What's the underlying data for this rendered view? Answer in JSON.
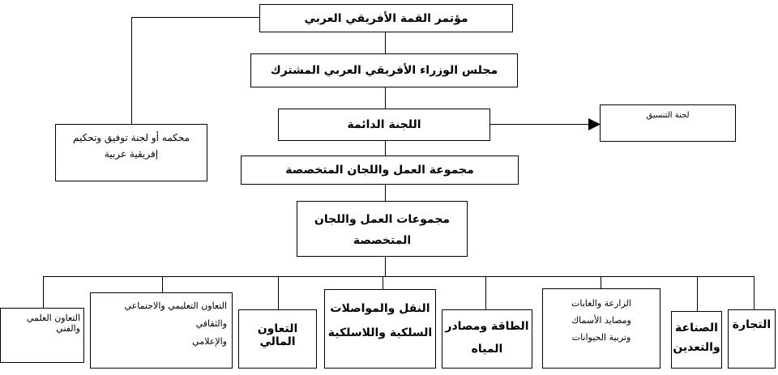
{
  "boxes": {
    "summit": "مؤتمر القمة الأفريقي العربي",
    "council": "مجلس الوزراء الأفريقي العربي المشترك",
    "standing": "اللجنة الدائمة",
    "coordination": "لجنة التنسيق",
    "court_line1": "محكمه أو لجنة توفيق وتحكيم",
    "court_line2": "إفريقية عربية",
    "working_group": "مجموعة العمل واللجان المتخصصة",
    "working_groups_line1": "مجموعات العمل واللجان",
    "working_groups_line2": "المتخصصة"
  },
  "committees": {
    "trade": "التجارة",
    "industry_line1": "الصناعة",
    "industry_line2": "والتعدين",
    "agriculture_line1": "الزارعة والغابات",
    "agriculture_line2": "ومصايد الأسماك",
    "agriculture_line3": "وتربية الحيوانات",
    "energy_line1": "الطاقة ومصادر",
    "energy_line2": "المياه",
    "transport_line1": "النقل والمواصلات",
    "transport_line2": "السلكية واللاسلكية",
    "financial": "التعاون المالي",
    "education_line1": "التعاون التعليمي والاجتماعي والثقافي",
    "education_line2": "والإعلامي",
    "scientific": "التعاون العلمي والفني"
  }
}
